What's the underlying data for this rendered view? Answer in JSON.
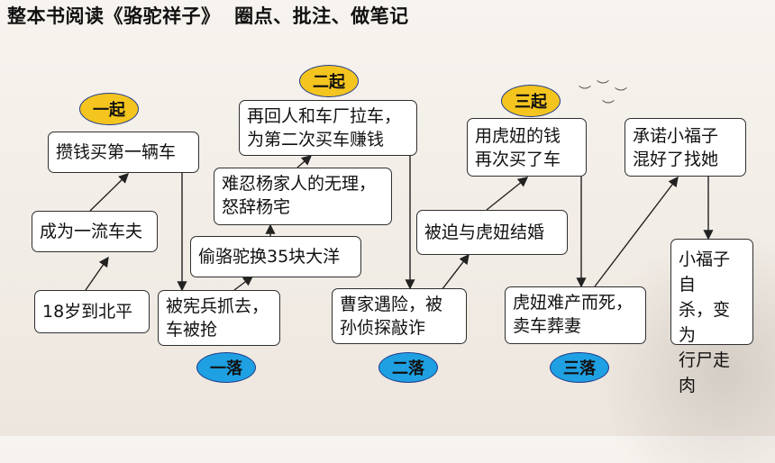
{
  "title": "整本书阅读《骆驼祥子》  圈点、批注、做笔记",
  "badges": {
    "rise1": "一起",
    "rise2": "二起",
    "rise3": "三起",
    "fall1": "一落",
    "fall2": "二落",
    "fall3": "三落"
  },
  "nodes": {
    "n1": "18岁到北平",
    "n2": "成为一流车夫",
    "n3": "攒钱买第一辆车",
    "n4": "被宪兵抓去，\n车被抢",
    "n5": "偷骆驼换35块大洋",
    "n6": "难忍杨家人的无理，\n怒辞杨宅",
    "n7": "再回人和车厂拉车，\n为第二次买车赚钱",
    "n8": "曹家遇险，被\n孙侦探敲诈",
    "n9": "被迫与虎妞结婚",
    "n10": "用虎妞的钱\n再次买了车",
    "n11": "虎妞难产而死，\n卖车葬妻",
    "n12": "承诺小福子\n混好了找她",
    "n13": "小福子自\n杀，变为\n行尸走肉"
  },
  "colors": {
    "rise_badge": "#f5c51f",
    "fall_badge": "#1fa0e2",
    "badge_border": "#1d3a8a"
  }
}
